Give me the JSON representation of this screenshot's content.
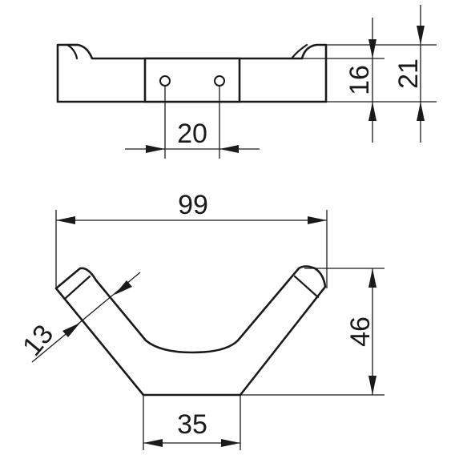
{
  "drawing": {
    "line_color": "#1a1a1a",
    "background": "#ffffff",
    "dimensions": {
      "top_view_height_inner": "16",
      "top_view_height_outer": "21",
      "hole_spacing": "20",
      "overall_width": "99",
      "arm_width": "13",
      "overall_height": "46",
      "base_width": "35"
    }
  }
}
